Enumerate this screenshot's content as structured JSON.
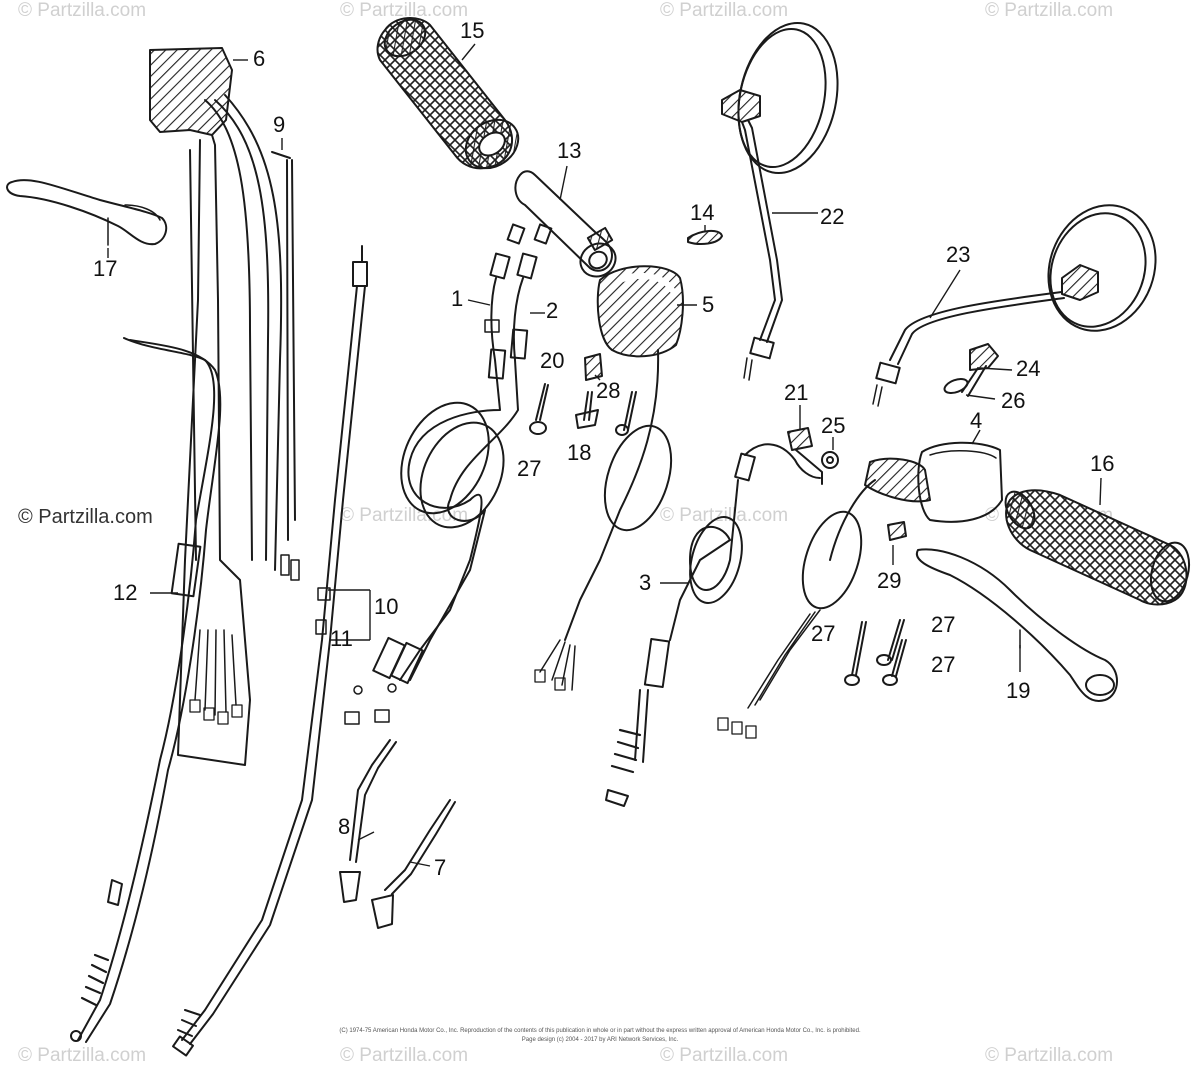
{
  "watermarks": {
    "faint": "© Partzilla.com",
    "strong": "© Partzilla.com"
  },
  "callouts": {
    "c1": "1",
    "c2": "2",
    "c3": "3",
    "c4": "4",
    "c5": "5",
    "c6": "6",
    "c7": "7",
    "c8": "8",
    "c9": "9",
    "c10": "10",
    "c11": "11",
    "c12": "12",
    "c13": "13",
    "c14": "14",
    "c15": "15",
    "c16": "16",
    "c17": "17",
    "c18": "18",
    "c19": "19",
    "c20": "20",
    "c21": "21",
    "c22": "22",
    "c23": "23",
    "c24": "24",
    "c25": "25",
    "c26": "26",
    "c27": "27",
    "c28": "28",
    "c29": "29"
  },
  "footer": {
    "line1": "(C) 1974-75 American Honda Motor Co., Inc. Reproduction of the contents of this publication in whole or in part without the express written approval of American Honda Motor Co., Inc. is prohibited.",
    "line2": "Page design (c) 2004 - 2017 by ARI Network Services, Inc."
  },
  "colors": {
    "ink": "#1a1a1a",
    "watermark": "#d0d0d0"
  }
}
